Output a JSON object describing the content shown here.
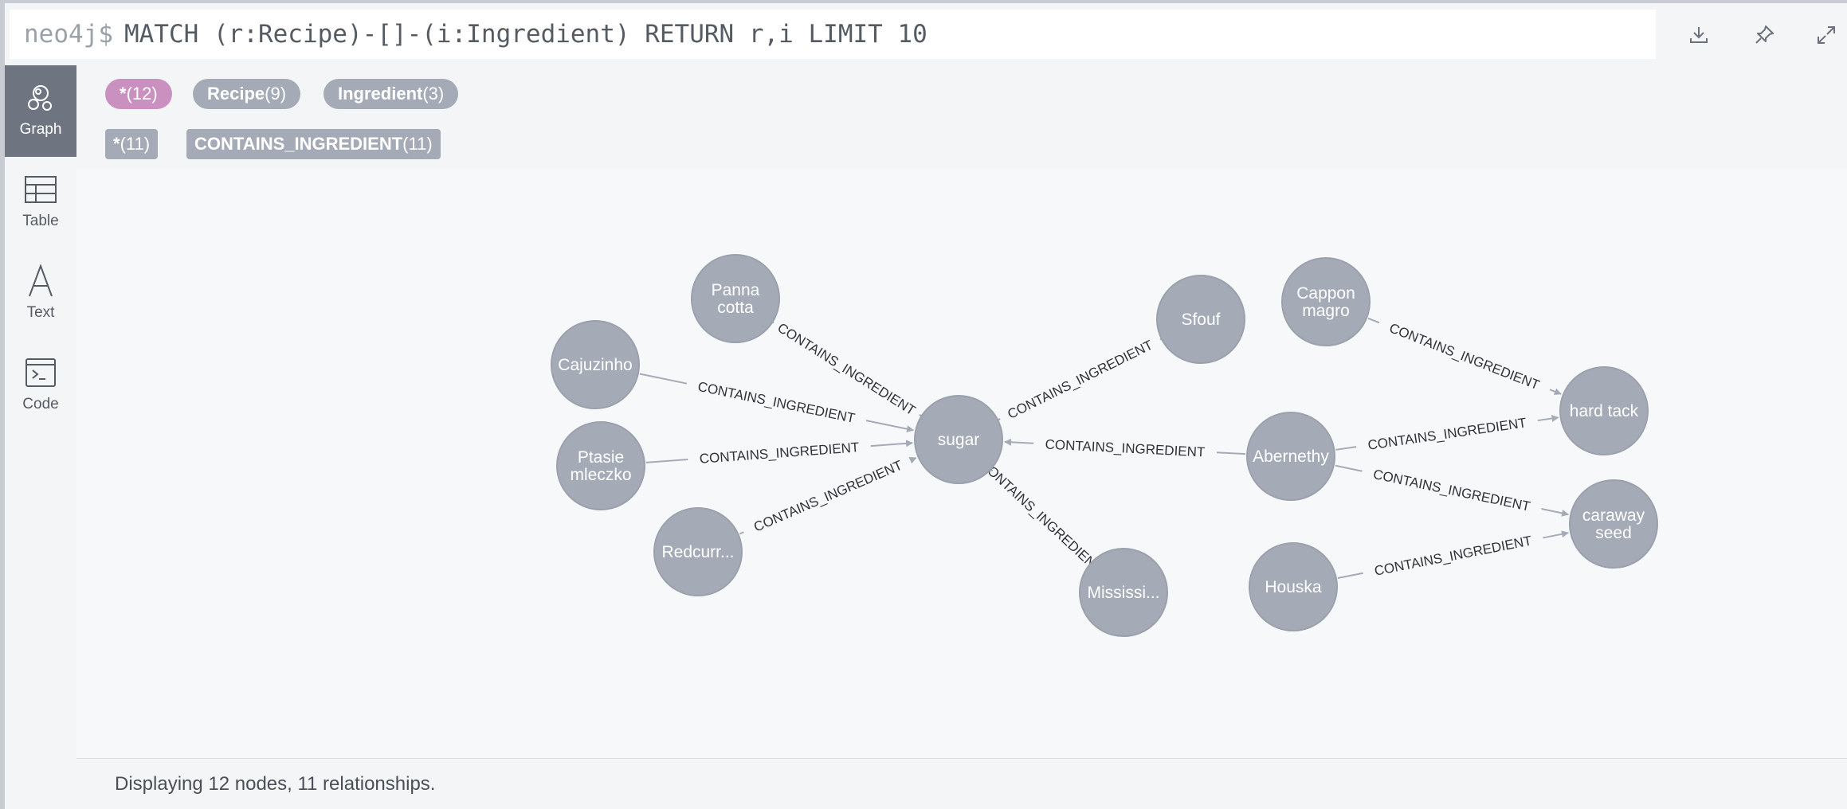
{
  "query": {
    "prompt": "neo4j$",
    "text": "MATCH (r:Recipe)-[]-(i:Ingredient) RETURN r,i LIMIT 10"
  },
  "toolbar": {
    "download_icon": "download-icon",
    "pin_icon": "pin-icon",
    "expand_icon": "expand-icon"
  },
  "sidebar": {
    "items": [
      {
        "label": "Graph",
        "icon": "graph-icon",
        "active": true
      },
      {
        "label": "Table",
        "icon": "table-icon",
        "active": false
      },
      {
        "label": "Text",
        "icon": "text-icon",
        "active": false
      },
      {
        "label": "Code",
        "icon": "code-icon",
        "active": false
      }
    ]
  },
  "legend": {
    "node_labels": [
      {
        "name": "*",
        "count": "(12)"
      },
      {
        "name": "Recipe",
        "count": "(9)"
      },
      {
        "name": "Ingredient",
        "count": "(3)"
      }
    ],
    "relationship_types": [
      {
        "name": "*",
        "count": "(11)"
      },
      {
        "name": "CONTAINS_INGREDIENT",
        "count": "(11)"
      }
    ]
  },
  "graph": {
    "node_color": "#a5abb6",
    "nodes": [
      {
        "id": "sugar",
        "lines": [
          "sugar"
        ]
      },
      {
        "id": "panna",
        "lines": [
          "Panna",
          "cotta"
        ]
      },
      {
        "id": "cajuzinho",
        "lines": [
          "Cajuzinho"
        ]
      },
      {
        "id": "ptasie",
        "lines": [
          "Ptasie",
          "mleczko"
        ]
      },
      {
        "id": "redcurr",
        "lines": [
          "Redcurr..."
        ]
      },
      {
        "id": "mississi",
        "lines": [
          "Mississi..."
        ]
      },
      {
        "id": "sfouf",
        "lines": [
          "Sfouf"
        ]
      },
      {
        "id": "abernethy",
        "lines": [
          "Abernethy"
        ]
      },
      {
        "id": "cappon",
        "lines": [
          "Cappon",
          "magro"
        ]
      },
      {
        "id": "hardtack",
        "lines": [
          "hard tack"
        ]
      },
      {
        "id": "caraway",
        "lines": [
          "caraway",
          "seed"
        ]
      },
      {
        "id": "houska",
        "lines": [
          "Houska"
        ]
      }
    ],
    "edges": [
      {
        "from": "panna",
        "to": "sugar",
        "label": "CONTAINS_INGREDIENT"
      },
      {
        "from": "cajuzinho",
        "to": "sugar",
        "label": "CONTAINS_INGREDIENT"
      },
      {
        "from": "ptasie",
        "to": "sugar",
        "label": "CONTAINS_INGREDIENT"
      },
      {
        "from": "redcurr",
        "to": "sugar",
        "label": "CONTAINS_INGREDIENT"
      },
      {
        "from": "mississi",
        "to": "sugar",
        "label": "CONTAINS_INGREDIENT"
      },
      {
        "from": "sfouf",
        "to": "sugar",
        "label": "CONTAINS_INGREDIENT"
      },
      {
        "from": "abernethy",
        "to": "sugar",
        "label": "CONTAINS_INGREDIENT"
      },
      {
        "from": "cappon",
        "to": "hardtack",
        "label": "CONTAINS_INGREDIENT"
      },
      {
        "from": "abernethy",
        "to": "hardtack",
        "label": "CONTAINS_INGREDIENT"
      },
      {
        "from": "abernethy",
        "to": "caraway",
        "label": "CONTAINS_INGREDIENT"
      },
      {
        "from": "houska",
        "to": "caraway",
        "label": "CONTAINS_INGREDIENT"
      }
    ]
  },
  "status": {
    "text": "Displaying 12 nodes, 11 relationships."
  }
}
